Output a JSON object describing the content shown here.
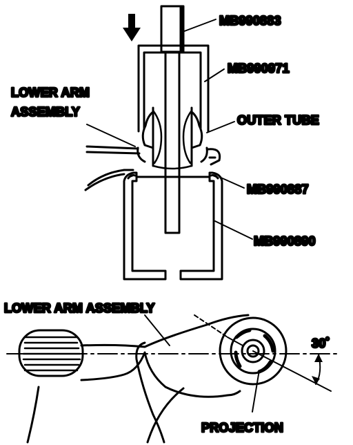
{
  "labels": {
    "mb990883": "MB990883",
    "mb990971": "MB990971",
    "lower_arm_assembly_line1": "LOWER ARM",
    "lower_arm_assembly_line2": "ASSEMBLY",
    "outer_tube": "OUTER TUBE",
    "mb990887": "MB990887",
    "mb990890": "MB990890",
    "lower_arm_assembly_bottom": "LOWER ARM ASSEMBLY",
    "angle": "30˚",
    "projection": "PROJECTION"
  },
  "colors": {
    "ink": "#000000",
    "paper": "#ffffff"
  },
  "icons": {
    "press_direction": "down-arrow-icon"
  }
}
